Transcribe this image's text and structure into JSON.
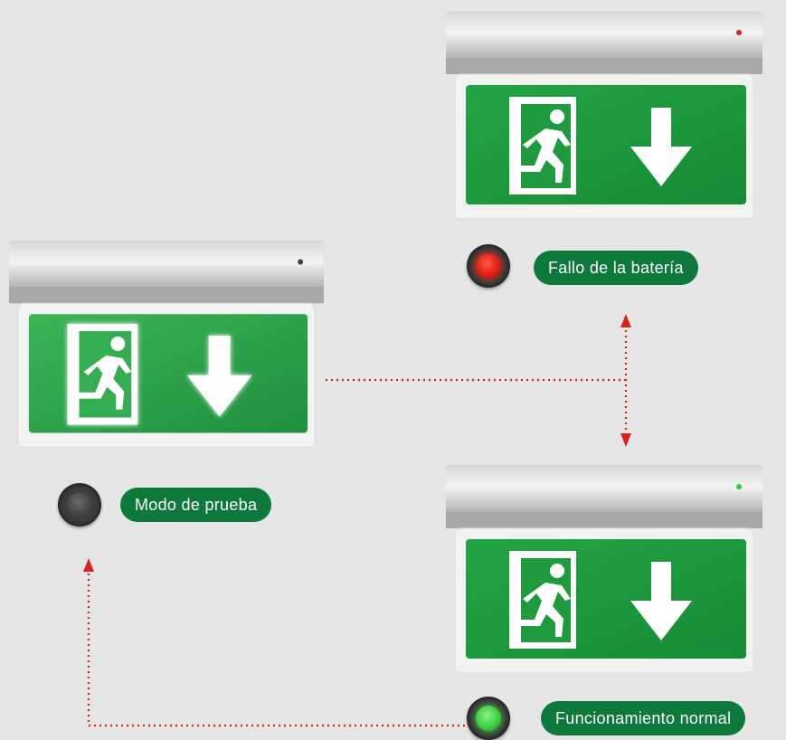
{
  "states": {
    "battery_fault": {
      "label": "Fallo de la batería",
      "led_color": "#e11f14",
      "indicator": "red-led-indicator"
    },
    "test_mode": {
      "label": "Modo de prueba",
      "led_color": "#4a4743",
      "indicator": "off-led-indicator"
    },
    "normal_operation": {
      "label": "Funcionamiento normal",
      "led_color": "#3bcf3f",
      "indicator": "green-led-indicator"
    }
  },
  "colors": {
    "background": "#e6e6e6",
    "sign_green": "#1f9a3e",
    "label_green": "#0d7a3c",
    "connector_red": "#d4241c"
  },
  "icons": [
    "exit-sign-running-man-icon",
    "down-arrow-icon",
    "arrow-up-icon",
    "arrow-down-icon"
  ]
}
